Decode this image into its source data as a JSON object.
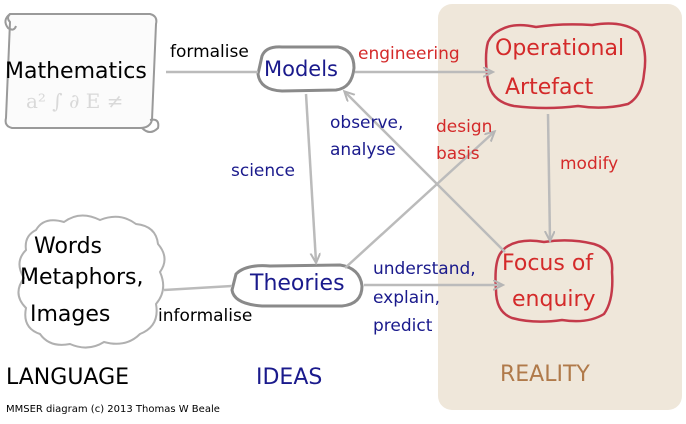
{
  "colors": {
    "reality_panel": "#efe7da",
    "arrow_grey": "#bbbbbb",
    "node_border_grey": "#8a8a8a",
    "node_border_red": "#c43a4a",
    "label_navy": "#1a1a8c",
    "label_red": "#d42a2a",
    "label_brown": "#b07a4a"
  },
  "nodes": {
    "mathematics": "Mathematics",
    "models": "Models",
    "operational_artefact_line1": "Operational",
    "operational_artefact_line2": "Artefact",
    "words_line1": "Words",
    "words_line2": "Metaphors,",
    "words_line3": "Images",
    "theories": "Theories",
    "focus_line1": "Focus of",
    "focus_line2": "enquiry"
  },
  "edge_labels": {
    "formalise": "formalise",
    "engineering": "engineering",
    "observe_analyse_line1": "observe,",
    "observe_analyse_line2": "analyse",
    "design_basis_line1": "design",
    "design_basis_line2": "basis",
    "science": "science",
    "modify": "modify",
    "understand_line1": "understand,",
    "understand_line2": "explain,",
    "understand_line3": "predict",
    "informalise": "informalise"
  },
  "columns": {
    "language": "LANGUAGE",
    "ideas": "IDEAS",
    "reality": "REALITY"
  },
  "scroll_glyphs": "a² ∫ ∂ E ≠",
  "footer": "MMSER diagram (c) 2013 Thomas W Beale"
}
